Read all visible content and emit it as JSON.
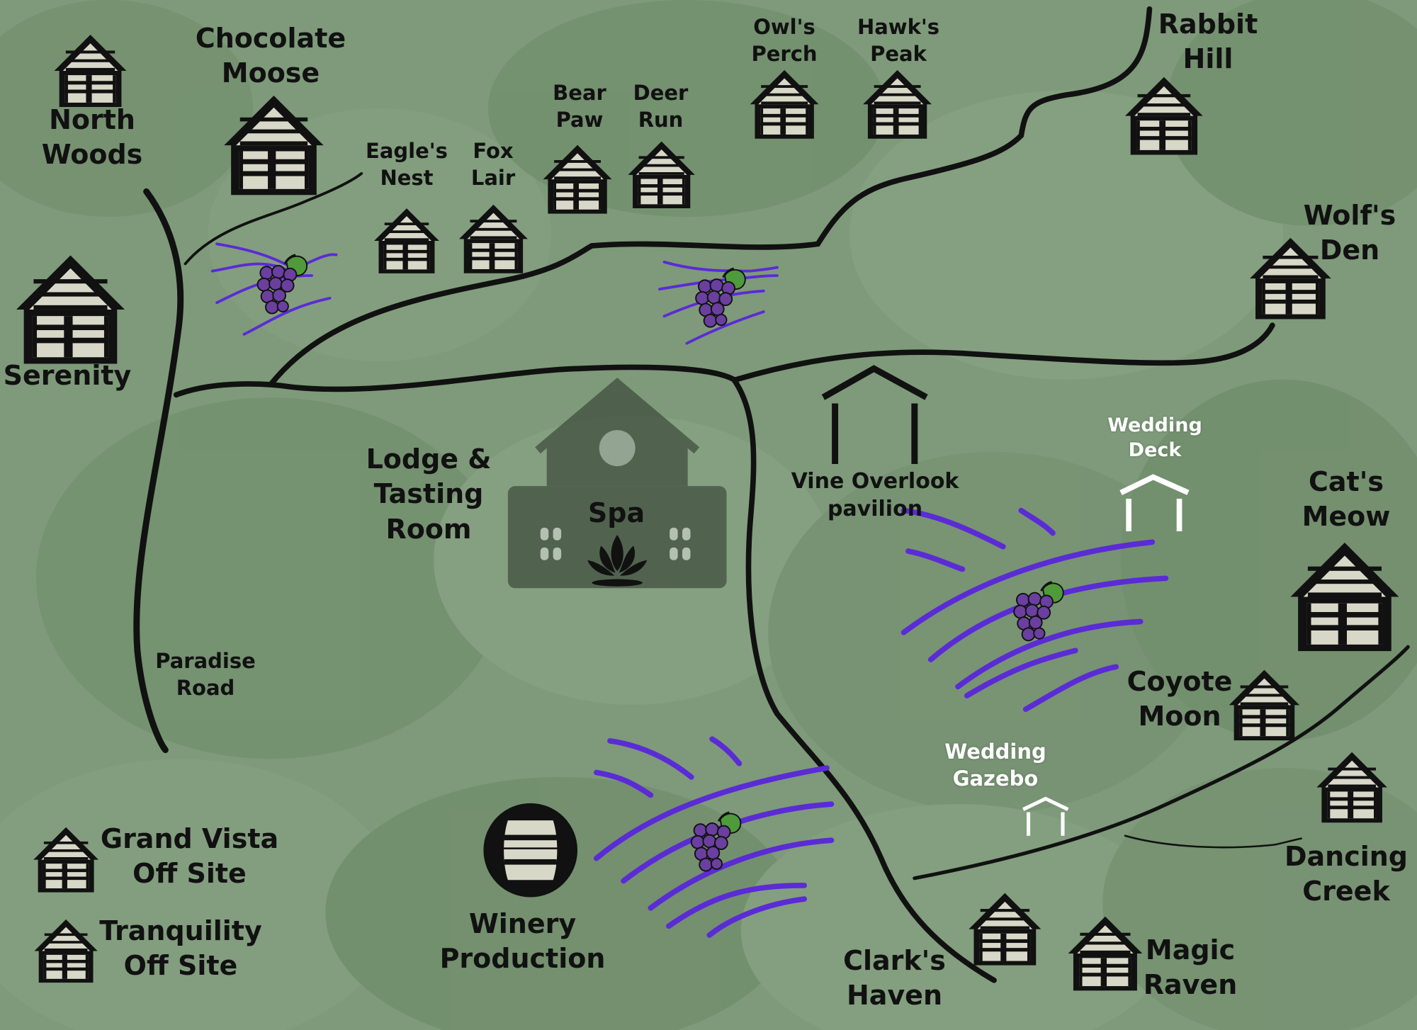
{
  "map": {
    "colors": {
      "background": "#7e9a7a",
      "ink": "#111111",
      "vine": "#5b2bd6",
      "grape": "#6b3fa0",
      "leaf": "#4f9a3a",
      "spa_tint": "#3c4a3a",
      "white": "#ffffff"
    },
    "cabins": {
      "north_woods": "North\nWoods",
      "chocolate_moose": "Chocolate\nMoose",
      "serenity": "Serenity",
      "eagles_nest": "Eagle's\nNest",
      "fox_lair": "Fox\nLair",
      "bear_paw": "Bear\nPaw",
      "deer_run": "Deer\nRun",
      "owls_perch": "Owl's\nPerch",
      "hawks_peak": "Hawk's\nPeak",
      "rabbit_hill": "Rabbit\nHill",
      "wolfs_den": "Wolf's\nDen",
      "cats_meow": "Cat's\nMeow",
      "coyote_moon": "Coyote\nMoon",
      "dancing_creek": "Dancing\nCreek",
      "clarks_haven": "Clark's\nHaven",
      "magic_raven": "Magic\nRaven",
      "grand_vista": "Grand Vista\nOff Site",
      "tranquility": "Tranquility\nOff Site"
    },
    "places": {
      "lodge": "Lodge &\nTasting\nRoom",
      "spa": "Spa",
      "vine_overlook": "Vine Overlook\npavilion",
      "wedding_deck": "Wedding\nDeck",
      "wedding_gazebo": "Wedding\nGazebo",
      "winery": "Winery\nProduction",
      "paradise_road": "Paradise\nRoad"
    },
    "icons": {
      "cabin": "cabin-icon",
      "grapes": "grapes-icon",
      "pavilion": "pavilion-icon",
      "spa_building": "spa-building-icon",
      "lotus": "lotus-icon",
      "barrel": "barrel-icon"
    }
  }
}
